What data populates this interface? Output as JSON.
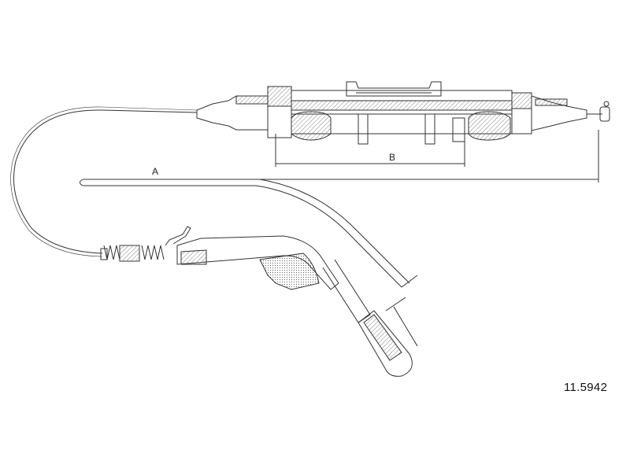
{
  "diagram": {
    "dimension_labels": {
      "a": "A",
      "b": "B"
    },
    "part_number": "11.5942",
    "colors": {
      "line": "#333333",
      "hatch": "#777777",
      "background": "#ffffff"
    }
  }
}
